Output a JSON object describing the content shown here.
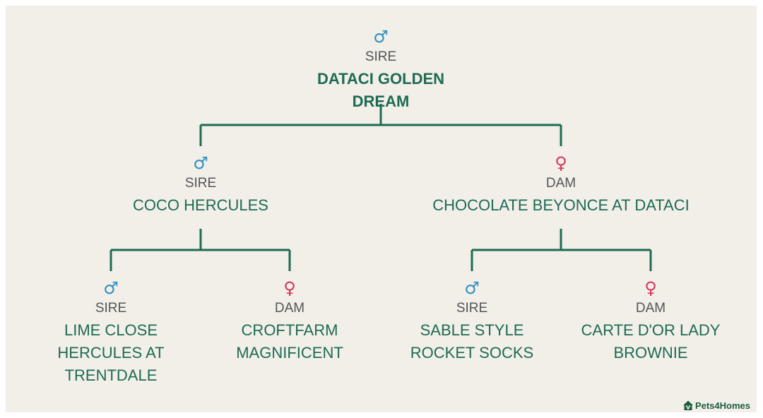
{
  "colors": {
    "background": "#f2efe9",
    "line": "#1d6b52",
    "name_text": "#1d6b52",
    "male_symbol": "#2f8fbf",
    "female_symbol": "#d8335a"
  },
  "root": {
    "symbol": "♂",
    "role": "SIRE",
    "name": "DATACI GOLDEN DREAM"
  },
  "parents": [
    {
      "symbol": "♂",
      "role": "SIRE",
      "name": "COCO HERCULES",
      "children": [
        {
          "symbol": "♂",
          "role": "SIRE",
          "name": "LIME CLOSE HERCULES AT TRENTDALE"
        },
        {
          "symbol": "♀",
          "role": "DAM",
          "name": "CROFTFARM MAGNIFICENT"
        }
      ]
    },
    {
      "symbol": "♀",
      "role": "DAM",
      "name": "CHOCOLATE BEYONCE AT DATACI",
      "children": [
        {
          "symbol": "♂",
          "role": "SIRE",
          "name": "SABLE STYLE ROCKET SOCKS"
        },
        {
          "symbol": "♀",
          "role": "DAM",
          "name": "CARTE D'OR LADY BROWNIE"
        }
      ]
    }
  ],
  "logo": {
    "text": "Pets4Homes",
    "icon": "house-paw-icon"
  }
}
